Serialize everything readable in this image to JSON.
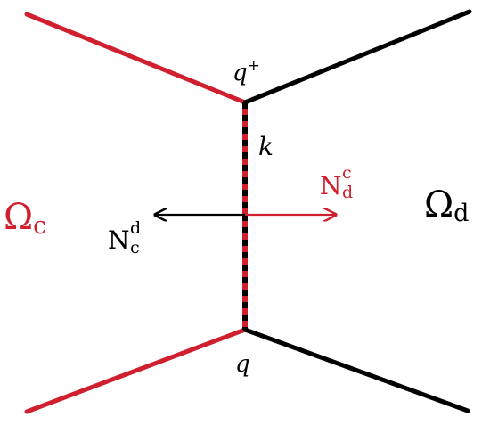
{
  "colors": {
    "red": "#d01f2e",
    "black": "#000000",
    "background": "#ffffff"
  },
  "regions": {
    "left": {
      "symbol": "Ω",
      "subscript": "c"
    },
    "right": {
      "symbol": "Ω",
      "subscript": "d"
    }
  },
  "vertices": {
    "top": {
      "symbol": "q",
      "superscript": "+"
    },
    "bottom": {
      "symbol": "q"
    }
  },
  "edge": {
    "label": "k"
  },
  "normals": {
    "right": {
      "symbol": "N",
      "subscript": "d",
      "superscript": "c"
    },
    "left": {
      "symbol": "N",
      "subscript": "c",
      "superscript": "d"
    }
  }
}
